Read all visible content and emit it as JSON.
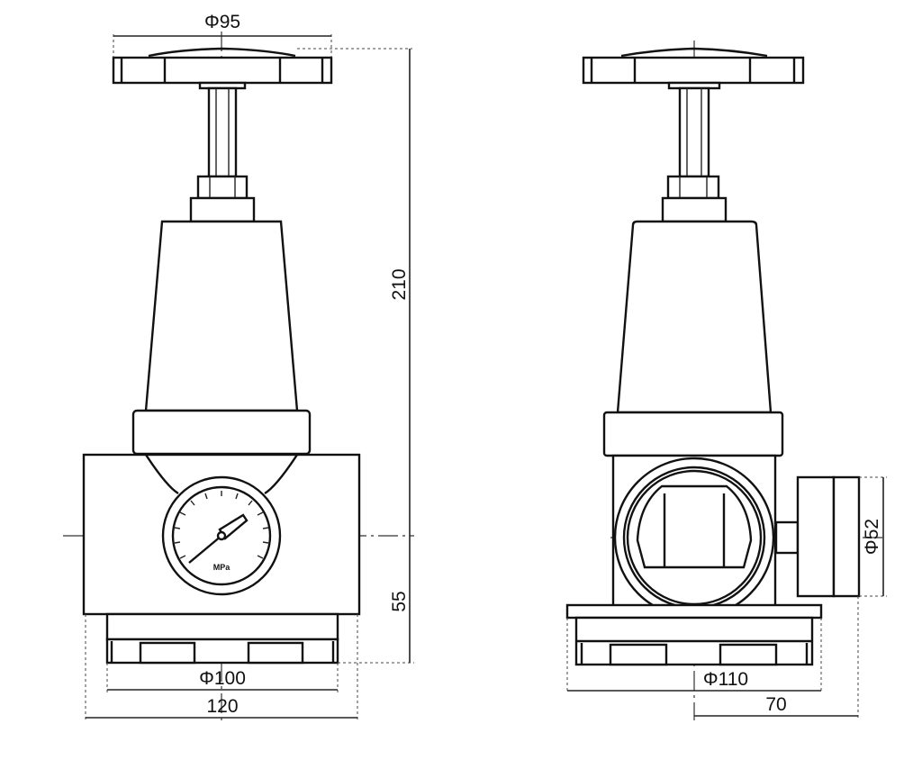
{
  "drawing": {
    "subject": "pressure regulator",
    "views": [
      {
        "name": "front-view",
        "has_gauge": true
      },
      {
        "name": "side-view",
        "has_gauge": true
      }
    ]
  },
  "front_view": {
    "dims": {
      "handwheel_diameter": "Φ95",
      "overall_height": "210",
      "port_center_height": "55",
      "base_diameter": "Φ100",
      "body_width": "120"
    },
    "gauge": {
      "unit_label": "MPa"
    }
  },
  "side_view": {
    "dims": {
      "gauge_diameter": "Φ52",
      "base_diameter": "Φ110",
      "gauge_offset": "70"
    }
  },
  "colors": {
    "line": "#111111",
    "background": "#ffffff"
  }
}
